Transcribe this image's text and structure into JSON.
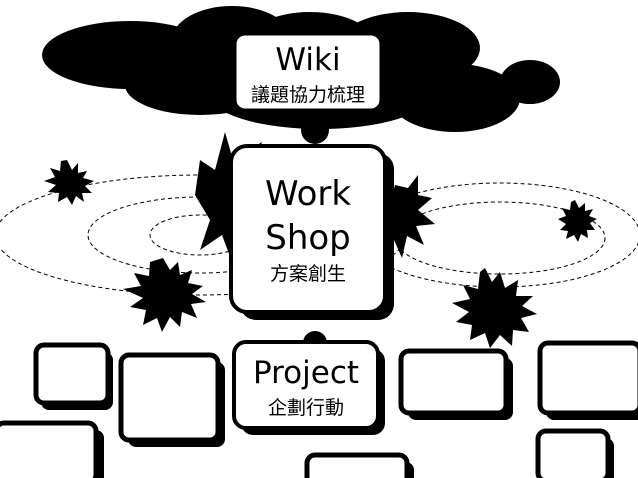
{
  "colors": {
    "ink": "#000000",
    "paper": "#ffffff"
  },
  "wiki": {
    "title": "Wiki",
    "subtitle": "議題協力梳理"
  },
  "workshop": {
    "title_line1": "Work",
    "title_line2": "Shop",
    "subtitle": "方案創生"
  },
  "project": {
    "title": "Project",
    "subtitle": "企劃行動"
  },
  "icons": {
    "cloud": "cloud-shape",
    "bursts": "starburst-shape",
    "orbits": "dashed-orbit-shape"
  }
}
